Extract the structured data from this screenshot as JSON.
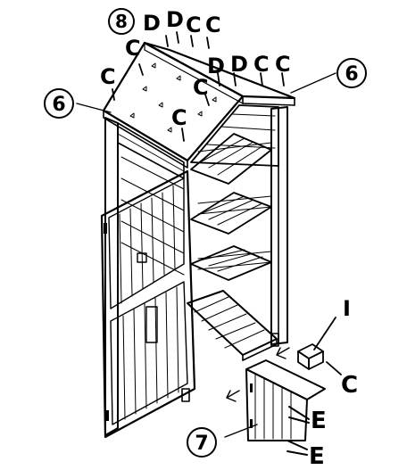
{
  "callouts": {
    "c8": "8",
    "c6_left": "6",
    "c6_right": "6",
    "c7": "7"
  },
  "labels": {
    "roof_left_d1": "D",
    "roof_left_d2": "D",
    "roof_left_c1": "C",
    "roof_left_c2": "C",
    "roof_left_c3": "C",
    "roof_left_c4": "C",
    "roof_left_c5": "C",
    "roof_right_d1": "D",
    "roof_right_d2": "D",
    "roof_right_c1": "C",
    "roof_right_c2": "C",
    "roof_right_c3": "C",
    "side_i": "I",
    "side_c": "C",
    "side_e1": "E",
    "side_e2": "E"
  }
}
